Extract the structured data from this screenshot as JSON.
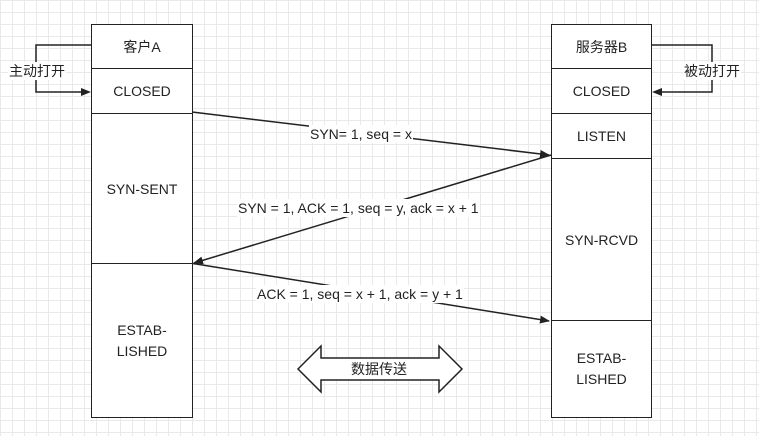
{
  "client": {
    "name": "客户A",
    "states": [
      "CLOSED",
      "SYN-SENT",
      "ESTAB-\nLISHED"
    ]
  },
  "server": {
    "name": "服务器B",
    "states": [
      "CLOSED",
      "LISTEN",
      "SYN-RCVD",
      "ESTAB-\nLISHED"
    ]
  },
  "side_labels": {
    "client_open": "主动打开",
    "server_open": "被动打开"
  },
  "messages": [
    "SYN= 1,   seq = x",
    "SYN = 1, ACK = 1, seq = y, ack = x + 1",
    "ACK = 1, seq = x + 1, ack = y + 1"
  ],
  "data_transfer": "数据传送"
}
